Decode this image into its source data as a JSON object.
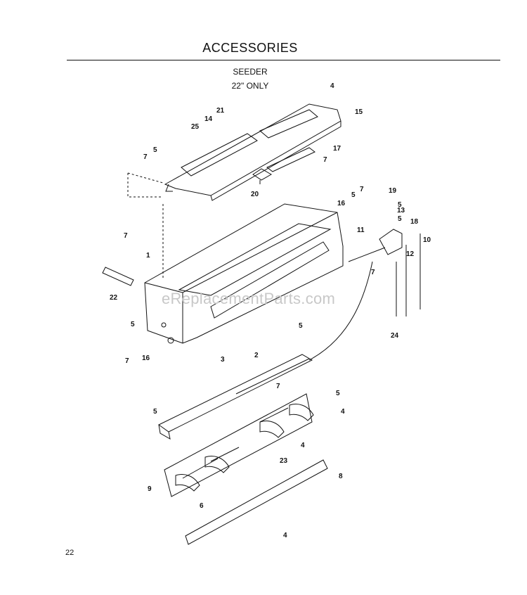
{
  "header": {
    "title": "ACCESSORIES",
    "subtitle": "SEEDER",
    "note": "22\" ONLY"
  },
  "footer": {
    "page_number": "22"
  },
  "watermark": "eReplacementParts.com",
  "callouts": [
    "1",
    "2",
    "3",
    "4",
    "4",
    "4",
    "4",
    "5",
    "5",
    "5",
    "5",
    "5",
    "5",
    "5",
    "6",
    "7",
    "7",
    "7",
    "7",
    "7",
    "7",
    "8",
    "9",
    "10",
    "11",
    "12",
    "13",
    "14",
    "15",
    "16",
    "16",
    "17",
    "18",
    "19",
    "20",
    "21",
    "22",
    "23",
    "24",
    "25"
  ]
}
